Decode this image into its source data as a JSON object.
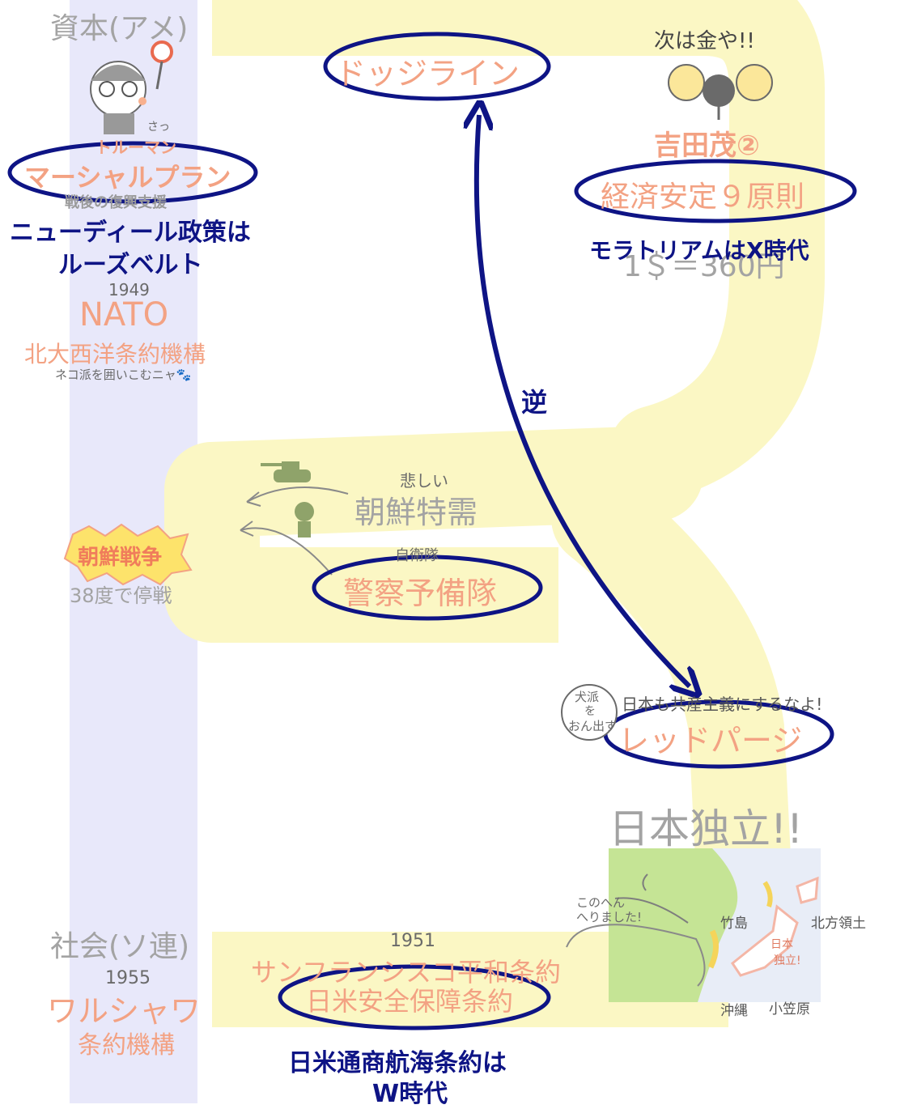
{
  "left_column": {
    "capital_label": "資本(アメ)",
    "truman_label": "トルーマン",
    "truman_hand": "さっ",
    "marshall_plan": "マーシャルプラン",
    "marshall_sub": "戦後の復興支援",
    "new_deal_note_line1": "ニューディール政策は",
    "new_deal_note_line2": "ルーズベルト",
    "nato_year": "1949",
    "nato": "NATO",
    "nato_full": "北大西洋条約機構",
    "nato_hand": "ネコ派を囲いこむニャ🐾",
    "korean_war": "朝鮮戦争",
    "korean_war_sub": "38度で停戦",
    "social_label": "社会(ソ連)",
    "warsaw_year": "1955",
    "warsaw": "ワルシャワ",
    "warsaw_sub": "条約機構"
  },
  "top": {
    "dodge_line": "ドッジライン",
    "yoshida_hand": "次は金や!!",
    "yoshida": "吉田茂②",
    "nine_principles": "経済安定９原則",
    "moratorium_note": "モラトリアムはX時代",
    "exchange_rate": "1＄＝360円"
  },
  "middle": {
    "reverse_label": "逆",
    "sad_hand": "悲しい",
    "korean_special": "朝鮮特需",
    "self_defense_hand": "自衛隊",
    "police_reserve": "警察予備隊"
  },
  "right": {
    "dog_hand_1": "犬派",
    "dog_hand_2": "を",
    "dog_hand_3": "おん出す",
    "red_purge_hand": "日本も共産主義にするなよ!",
    "red_purge": "レッドパージ",
    "independence": "日本独立!!",
    "map_hand_1": "このへん",
    "map_hand_2": "へりました!",
    "takeshima": "竹島",
    "northern_territories": "北方領土",
    "japan_hand_1": "日本",
    "japan_hand_2": "独立!",
    "okinawa": "沖縄",
    "ogasawara": "小笠原"
  },
  "bottom": {
    "sf_year": "1951",
    "sf_treaty": "サンフランシスコ平和条約",
    "security_treaty": "日米安全保障条約",
    "commerce_note_line1": "日米通商航海条約は",
    "commerce_note_line2": "W時代"
  },
  "colors": {
    "navy": "#0e1485",
    "salmon": "#f3a283",
    "gray": "#a3a3a3",
    "yellow_band": "#fbf7c4",
    "lavender_band": "#e8e8fa"
  }
}
